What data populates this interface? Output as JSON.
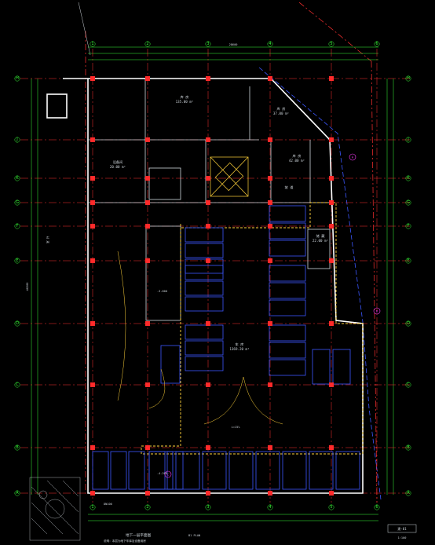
{
  "colors": {
    "background": "#000000",
    "wall": "#ffffff",
    "column": "#ff2a2a",
    "axis_red": "#ff3030",
    "axis_green": "#39ff39",
    "parking": "#3b57ff",
    "ramp": "#ffd23a",
    "annotation": "#cfd6dc",
    "magenta": "#ff3cff"
  },
  "axes": {
    "top": [
      "1",
      "2",
      "3",
      "4",
      "5",
      "6"
    ],
    "left": [
      "H",
      "J",
      "K",
      "G",
      "F",
      "E",
      "D",
      "C",
      "B",
      "A"
    ]
  },
  "rooms": [
    {
      "name": "库 房",
      "area": "135.00 m²"
    },
    {
      "name": "库 房",
      "area": "37.00 m²"
    },
    {
      "name": "设备间",
      "area": "20.00 m²"
    },
    {
      "name": "库 房",
      "area": "42.00 m²"
    },
    {
      "name": "储 藏",
      "area": "22.00 m²"
    },
    {
      "name": "车 库",
      "area": "1369.20 m²"
    },
    {
      "name": "坡 道",
      "area": ""
    }
  ],
  "labels": {
    "dim_total_top": "28600",
    "dim_total_left": "40200",
    "ramp_note": "i=15%",
    "outer_zone": "室 外",
    "section_mark_1": "A",
    "section_mark_2": "B",
    "section_mark_3": "C",
    "sheet_scale": "1:100",
    "sheet_no": "建-01",
    "drawing_title": "地下一层平面图",
    "drawing_title_en": "B1 PLAN",
    "footer_note": "说明：本层为地下车库及设备用房",
    "note_elev_1": "-3.600",
    "note_elev_2": "-4.200",
    "bottom_label": "DN100"
  }
}
